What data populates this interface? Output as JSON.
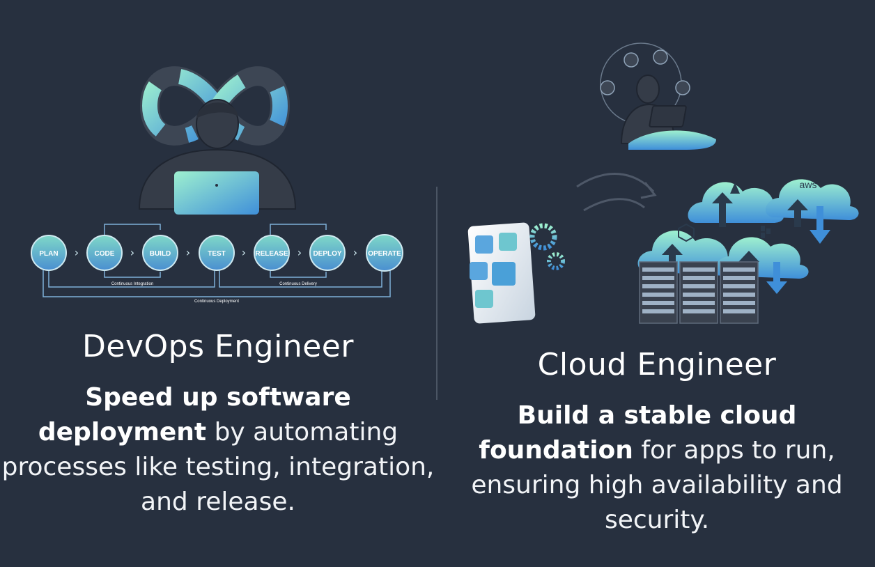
{
  "devops": {
    "title": "DevOps Engineer",
    "desc_bold": "Speed up software deployment",
    "desc_rest": " by automating processes like testing, integration, and release.",
    "stages": [
      "PLAN",
      "CODE",
      "BUILD",
      "TEST",
      "RELEASE",
      "DEPLOY",
      "OPERATE"
    ],
    "loop_ci": "Continuous Integration",
    "loop_cd": "Continuous Delivery",
    "loop_deploy": "Continuous Deployment"
  },
  "cloud": {
    "title": "Cloud Engineer",
    "desc_bold": "Build a stable cloud foundation",
    "desc_rest": " for apps to run, ensuring high availability and security.",
    "aws_label": "aws"
  },
  "colors": {
    "background": "#27303f",
    "accent_teal": "#8fe3c9",
    "accent_blue": "#3f8fd9",
    "silhouette": "#353c48"
  }
}
